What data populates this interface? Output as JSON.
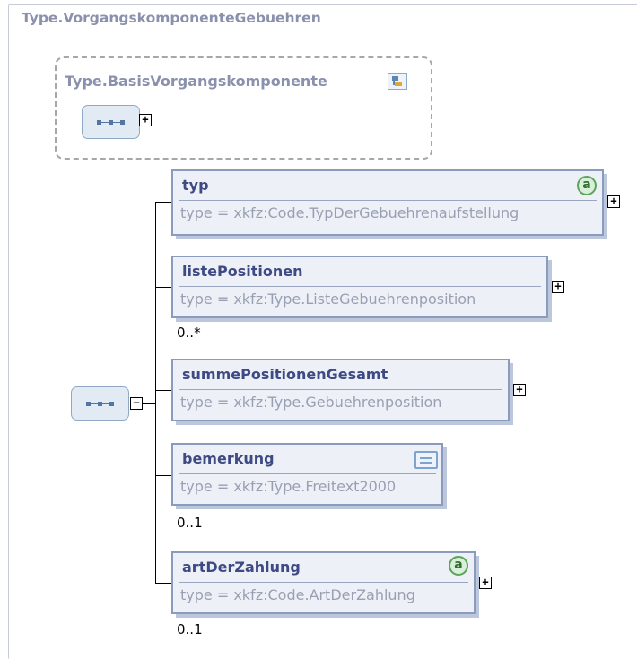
{
  "diagram": {
    "title": "Type.VorgangskomponenteGebuehren",
    "base": {
      "title": "Type.BasisVorgangskomponente"
    },
    "elements": [
      {
        "name": "typ",
        "type": "type = xkfz:Code.TypDerGebuehrenaufstellung",
        "occurs": "",
        "badge": "attribute",
        "badge_text": "a"
      },
      {
        "name": "listePositionen",
        "type": "type = xkfz:Type.ListeGebuehrenposition",
        "occurs": "0..*",
        "badge": ""
      },
      {
        "name": "summePositionenGesamt",
        "type": "type = xkfz:Type.Gebuehrenposition",
        "occurs": "",
        "badge": ""
      },
      {
        "name": "bemerkung",
        "type": "type = xkfz:Type.Freitext2000",
        "occurs": "0..1",
        "badge": "documentation"
      },
      {
        "name": "artDerZahlung",
        "type": "type = xkfz:Code.ArtDerZahlung",
        "occurs": "0..1",
        "badge": "attribute",
        "badge_text": "a"
      }
    ],
    "expand_symbol": "+",
    "collapse_symbol": "−",
    "colors": {
      "title": "#8b91ad",
      "element_name": "#3e4a84",
      "type_text": "#9aa0b3",
      "element_fill": "#edf0f6",
      "element_border": "#8b9bbe",
      "attribute_badge": "#5aa55a"
    }
  }
}
